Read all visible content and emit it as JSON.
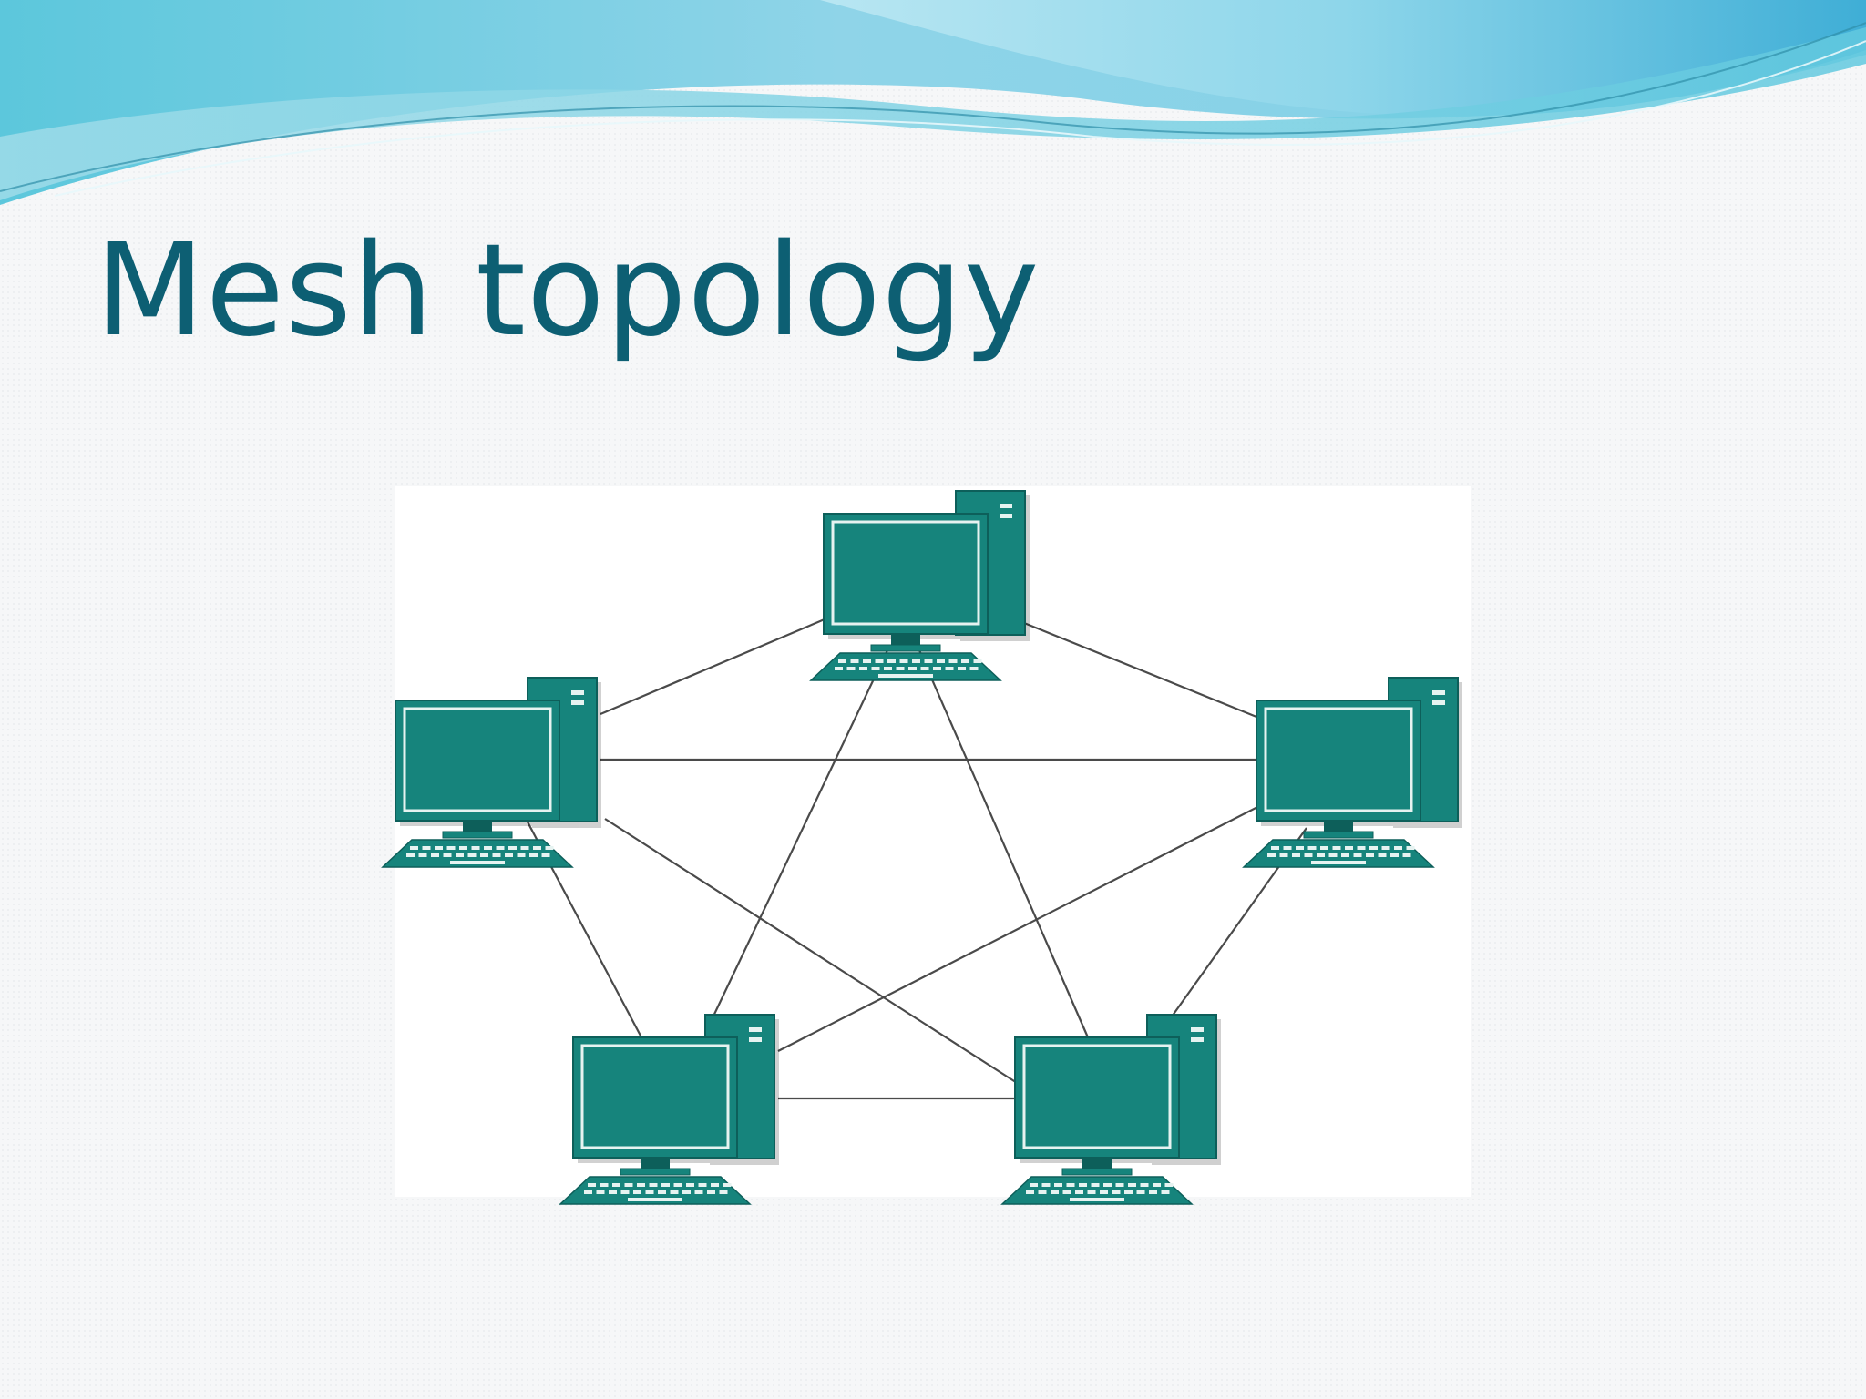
{
  "slide": {
    "title": "Mesh topology"
  },
  "colors": {
    "title": "#0d5f73",
    "node_fill": "#16847c",
    "node_dark": "#0d5f5a",
    "node_light": "#e6f3f1",
    "link": "#4a4a4a",
    "wave_light": "#a8dff0",
    "wave_mid": "#6fc7df",
    "wave_dark": "#3da9cf"
  },
  "diagram": {
    "type": "full-mesh",
    "nodes": [
      {
        "id": "top",
        "icon": "desktop-computer-icon"
      },
      {
        "id": "left",
        "icon": "desktop-computer-icon"
      },
      {
        "id": "right",
        "icon": "desktop-computer-icon"
      },
      {
        "id": "bottom-left",
        "icon": "desktop-computer-icon"
      },
      {
        "id": "bottom-right",
        "icon": "desktop-computer-icon"
      }
    ],
    "links": [
      [
        "top",
        "left"
      ],
      [
        "top",
        "right"
      ],
      [
        "top",
        "bottom-left"
      ],
      [
        "top",
        "bottom-right"
      ],
      [
        "left",
        "right"
      ],
      [
        "left",
        "bottom-left"
      ],
      [
        "left",
        "bottom-right"
      ],
      [
        "right",
        "bottom-left"
      ],
      [
        "right",
        "bottom-right"
      ],
      [
        "bottom-left",
        "bottom-right"
      ]
    ]
  }
}
